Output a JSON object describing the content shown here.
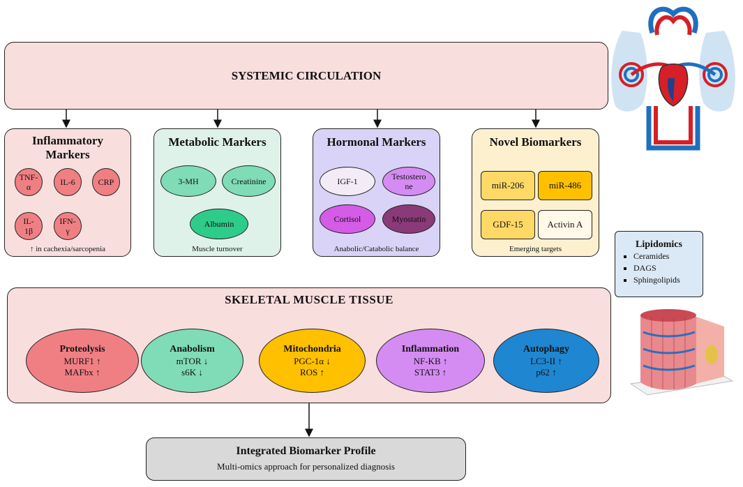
{
  "systemic": {
    "title": "SYSTEMIC CIRCULATION"
  },
  "panels": {
    "inflammatory": {
      "title": "Inflammatory Markers",
      "items": [
        "TNF-α",
        "IL-6",
        "CRP",
        "IL-1β",
        "IFN-γ"
      ],
      "caption": "↑ in cachexia/sarcopenia"
    },
    "metabolic": {
      "title": "Metabolic Markers",
      "items": [
        "3-MH",
        "Creatinine",
        "Albumin"
      ],
      "caption": "Muscle turnover"
    },
    "hormonal": {
      "title": "Hormonal Markers",
      "items": [
        "IGF-1",
        "Testosterone",
        "Cortisol",
        "Myostatin"
      ],
      "caption": "Anabolic/Catabolic balance"
    },
    "novel": {
      "title": "Novel Biomarkers",
      "items": [
        "miR-206",
        "miR-486",
        "GDF-15",
        "Activin A"
      ],
      "caption": "Emerging targets"
    }
  },
  "lipidomics": {
    "title": "Lipidomics",
    "items": [
      "Ceramides",
      "DAGS",
      "Sphingolipids"
    ]
  },
  "muscle": {
    "title": "SKELETAL MUSCLE TISSUE",
    "processes": [
      {
        "title": "Proteolysis",
        "lines": [
          "MURF1 ↑",
          "MAFbx ↑"
        ]
      },
      {
        "title": "Anabolism",
        "lines": [
          "mTOR ↓",
          "s6K ↓"
        ]
      },
      {
        "title": "Mitochondria",
        "lines": [
          "PGC-1α ↓",
          "ROS ↑"
        ]
      },
      {
        "title": "Inflammation",
        "lines": [
          "NF-KB ↑",
          "STAT3 ↑"
        ]
      },
      {
        "title": "Autophagy",
        "lines": [
          "LC3-II ↑",
          "p62 ↑"
        ]
      }
    ]
  },
  "integrated": {
    "title": "Integrated Biomarker Profile",
    "subtitle": "Multi-omics approach for personalized diagnosis"
  },
  "colors": {
    "panel_pink": "#f9dede",
    "panel_green": "#dff2ea",
    "panel_purple": "#d9d3f7",
    "panel_yellow": "#fdf0cf",
    "lipid_blue": "#dbe8f5",
    "circle_red": "#f07f84",
    "mint": "#7fdcb6",
    "gold": "#ffc000",
    "lavender": "#d58cf2",
    "blue": "#1f86d1",
    "grey": "#d9d9d9"
  }
}
